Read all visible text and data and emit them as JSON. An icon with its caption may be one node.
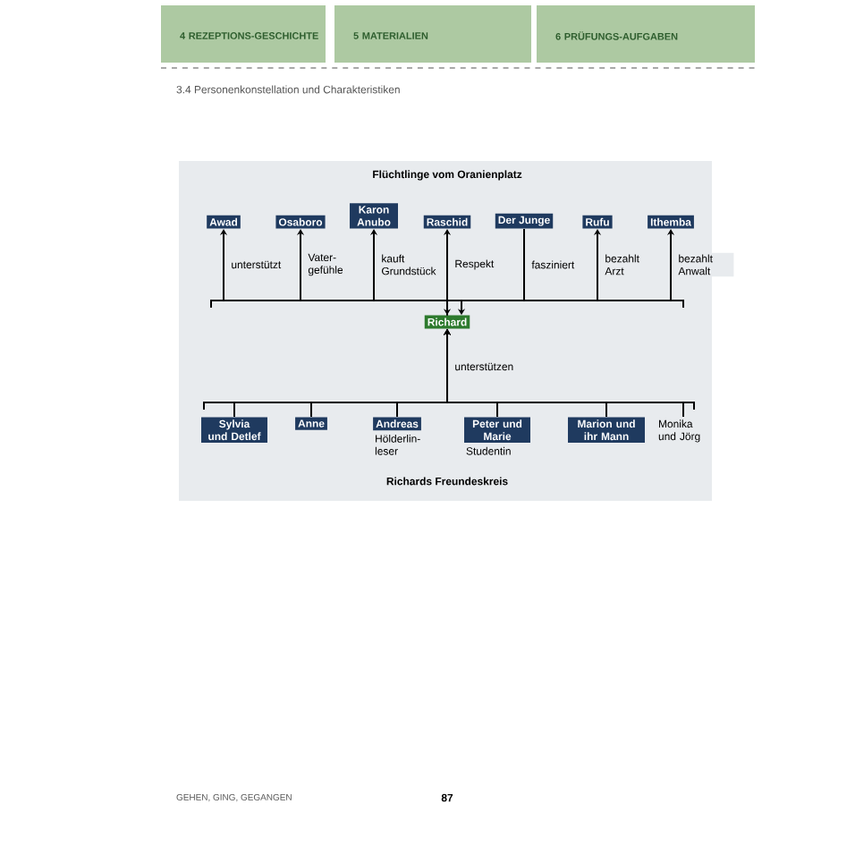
{
  "diagram": {
    "nodes": [
      {
        "text": [
          "Awad"
        ]
      },
      {
        "text": [
          "Osaboro"
        ]
      },
      {
        "text": [
          "Karon Anubo"
        ]
      },
      {
        "text": [
          "Raschid"
        ]
      },
      {
        "text": [
          "Der Junge"
        ]
      },
      {
        "text": [
          "Rufu"
        ]
      },
      {
        "text": [
          "Ithemba"
        ]
      },
      {
        "text": [
          "Richard"
        ]
      },
      {
        "text": [
          "Sylvia und Detlef"
        ]
      },
      {
        "text": [
          "Anne"
        ]
      },
      {
        "text": [
          "Andreas"
        ],
        "beside": [
          "Hölderlin-leser"
        ]
      },
      {
        "text": [
          "Peter und Marie"
        ],
        "beside": [
          "Studentin"
        ]
      },
      {
        "text": [
          "Marion und ihr Mann"
        ]
      },
      {
        "text": [
          "Monika und Jörg"
        ]
      }
    ],
    "edges": [
      {
        "from": 7,
        "to": 0,
        "arrow": "to",
        "label": "unterstützt"
      },
      {
        "from": 7,
        "to": 1,
        "arrow": "to",
        "label": "Vater-gefühle"
      },
      {
        "from": 7,
        "to": 2,
        "arrow": "to",
        "label": "kauft Grundstück"
      },
      {
        "from": 7,
        "to": 3,
        "arrow": "both",
        "label": "Respekt"
      },
      {
        "from": 4,
        "to": 7,
        "arrow": "to",
        "label": "fasziniert"
      },
      {
        "from": 7,
        "to": 5,
        "arrow": "to",
        "label": "bezahlt Arzt"
      },
      {
        "from": 7,
        "to": 6,
        "arrow": "to",
        "label": "bezahlt Anwalt"
      },
      {
        "from": 8,
        "to": 7,
        "arrow": "to",
        "label": "unterstützen"
      },
      {
        "from": 9,
        "to": 7,
        "arrow": "to"
      },
      {
        "from": 10,
        "to": 7,
        "arrow": "to"
      },
      {
        "from": 11,
        "to": 7,
        "arrow": "to"
      },
      {
        "from": 12,
        "to": 7,
        "arrow": "to"
      },
      {
        "from": 13,
        "to": 7,
        "arrow": "to"
      }
    ],
    "labels": [
      "4 REZEPTIONS-GESCHICHTE",
      "5 MATERIALIEN",
      "6 PRÜFUNGS-AUFGABEN",
      "3.4 Personenkonstellation und Charakteristiken",
      "Flüchtlinge vom Oranienplatz",
      "Richards Freundeskreis",
      "GEHEN, GING, GEGANGEN",
      "87"
    ]
  }
}
